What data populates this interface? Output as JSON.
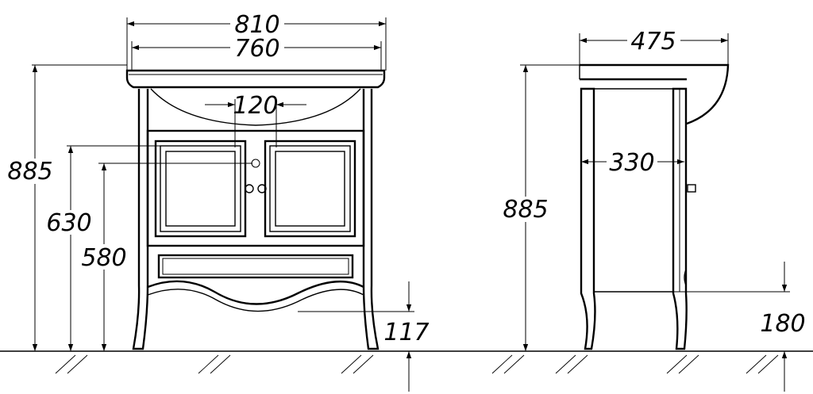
{
  "front_view": {
    "width_total": "810",
    "width_top": "760",
    "pipe_spacing": "120",
    "height_total": "885",
    "height_outlet": "630",
    "height_drain": "580",
    "leg_clearance": "117"
  },
  "side_view": {
    "depth_total": "475",
    "depth_cabinet": "330",
    "height_total": "885",
    "plinth_height": "180"
  }
}
